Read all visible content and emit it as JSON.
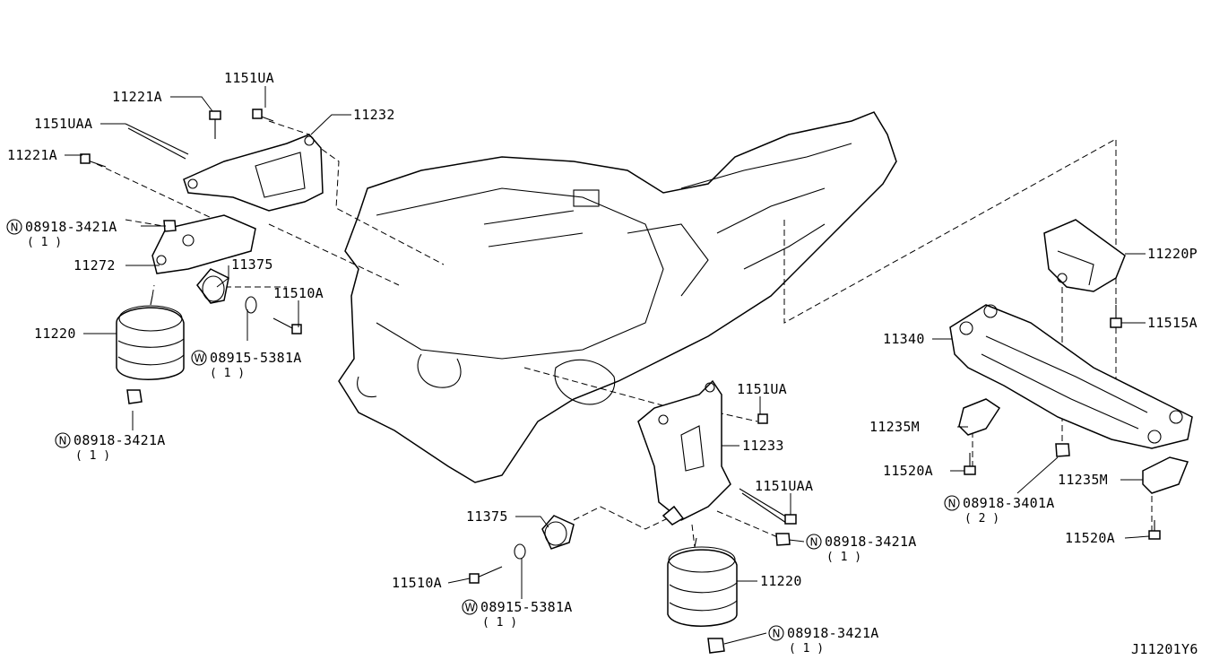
{
  "diagram_code": "J11201Y6",
  "labels": {
    "p1151UA_top": "1151UA",
    "p11221A_top": "11221A",
    "p1151UAA_top": "1151UAA",
    "p11232": "11232",
    "p11221A_left": "11221A",
    "p08918_3421A_1": "08918-3421A",
    "qty_1a": "( 1 )",
    "p11272": "11272",
    "p11375_top": "11375",
    "p11510A_top": "11510A",
    "p11220_left": "11220",
    "p08915_5381A_top": "08915-5381A",
    "qty_1b": "( 1 )",
    "p08918_3421A_2": "08918-3421A",
    "qty_1c": "( 1 )",
    "p1151UA_mid": "1151UA",
    "p11233": "11233",
    "p1151UAA_mid": "1151UAA",
    "p08918_3421A_3": "08918-3421A",
    "qty_1d": "( 1 )",
    "p11375_bottom": "11375",
    "p11510A_bottom": "11510A",
    "p08915_5381A_bottom": "08915-5381A",
    "qty_1e": "( 1 )",
    "p11220_bottom": "11220",
    "p08918_3421A_4": "08918-3421A",
    "qty_1f": "( 1 )",
    "p11220P": "11220P",
    "p11515A": "11515A",
    "p11340": "11340",
    "p11235M_left": "11235M",
    "p11520A_left": "11520A",
    "p08918_3401A": "08918-3401A",
    "qty_2": "( 2 )",
    "p11235M_right": "11235M",
    "p11520A_right": "11520A"
  },
  "prefix_symbols": {
    "nut": "N",
    "washer": "W"
  }
}
